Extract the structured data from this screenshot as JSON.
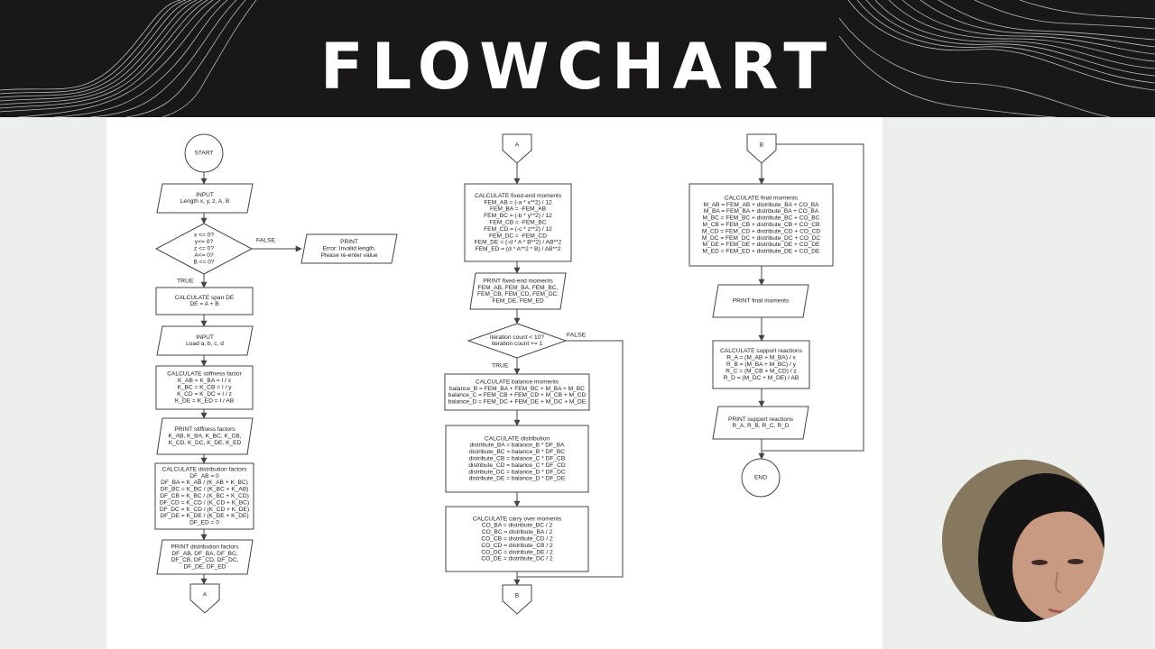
{
  "slide": {
    "title": "FLOWCHART"
  },
  "colors": {
    "header": "#1a1817",
    "board": "#ffffff",
    "background": "#ecefec",
    "stroke": "#444444",
    "text": "#222222"
  },
  "flowchart": {
    "nodes": [
      {
        "id": "start",
        "lines": [
          "START"
        ]
      },
      {
        "id": "input-lengths",
        "lines": [
          "INPUT",
          "Length x, y, z, A, B"
        ]
      },
      {
        "id": "validate",
        "lines": [
          "x <= 0?",
          "y<= 0?",
          "z <= 0?",
          "A<= 0?",
          "B <= 0?"
        ]
      },
      {
        "id": "print-error",
        "lines": [
          "PRINT",
          "Error: Invalid length.",
          "Please re-enter value"
        ]
      },
      {
        "id": "calc-span",
        "lines": [
          "CALCULATE span DE",
          "DE = A + B"
        ]
      },
      {
        "id": "input-loads",
        "lines": [
          "INPUT",
          "Load a, b, c, d"
        ]
      },
      {
        "id": "calc-stiffness",
        "lines": [
          "CALCULATE stiffness factor",
          "K_AB = K_BA = I / x",
          "K_BC = K_CB = I / y",
          "K_CD = K_DC = I / z",
          "K_DE = K_ED = I / AB"
        ]
      },
      {
        "id": "print-stiffness",
        "lines": [
          "PRINT stiffness factors",
          "K_AB, K_BA, K_BC, K_CB,",
          "K_CD, K_DC, K_DE, K_ED"
        ]
      },
      {
        "id": "calc-df",
        "lines": [
          "CALCULATE distribution factors",
          "DF_AB = 0",
          "DF_BA = K_AB / (K_AB + K_BC)",
          "DF_BC = K_BC / (K_BC + K_AB)",
          "DF_CB = K_BC / (K_BC + K_CD)",
          "DF_CD = K_CD / (K_CD + K_BC)",
          "DF_DC = K_CD / (K_CD + K_DE)",
          "DF_DE = K_DE / (K_DE + K_DE)",
          "DF_ED = 0"
        ]
      },
      {
        "id": "print-df",
        "lines": [
          "PRINT distribution factors",
          "DF_AB, DF_BA, DF_BC,",
          "DF_CB, DF_CD, DF_DC,",
          "DF_DE, DF_ED"
        ]
      },
      {
        "id": "off-a-out",
        "lines": [
          "A"
        ]
      },
      {
        "id": "off-a-in",
        "lines": [
          "A"
        ]
      },
      {
        "id": "calc-fem",
        "lines": [
          "CALCULATE fixed-end moments",
          "FEM_AB = (-a * x**2) / 12",
          "FEM_BA = -FEM_AB",
          "FEM_BC = (-b * y**2) / 12",
          "FEM_CB = -FEM_BC",
          "FEM_CD = (-c * z**2) / 12",
          "FEM_DC = -FEM_CD",
          "FEM_DE = (-d * A * B**2) / AB**2",
          "FEM_ED = (d * A**2 * B) / AB**2"
        ]
      },
      {
        "id": "print-fem",
        "lines": [
          "PRINT fixed-end moments",
          "FEM_AB, FEM_BA, FEM_BC,",
          "FEM_CB, FEM_CD, FEM_DC,",
          "FEM_DE, FEM_ED"
        ]
      },
      {
        "id": "iteration",
        "lines": [
          "iteration count < 10?",
          "iteration count += 1"
        ]
      },
      {
        "id": "calc-balance",
        "lines": [
          "CALCULATE balance moments",
          "balance_B = FEM_BA + FEM_BC + M_BA + M_BC",
          "balance_C = FEM_CB + FEM_CD + M_CB + M_CD",
          "balance_D = FEM_DC + FEM_DE + M_DC + M_DE"
        ]
      },
      {
        "id": "calc-distribution",
        "lines": [
          "CALCULATE distribution",
          "distribute_BA = balance_B * DF_BA",
          "distribute_BC = balance_B * DF_BC",
          "distribute_CB = balance_C * DF_CB",
          "distribute_CD = balance_C * DF_CD",
          "distribute_DC = balance_D * DF_DC",
          "distribute_DE = balance_D * DF_DE"
        ]
      },
      {
        "id": "calc-carry",
        "lines": [
          "CALCULATE carry over moments",
          "CO_BA = distribute_BC / 2",
          "CO_BC = distribute_BA / 2",
          "CO_CB = distribute_CD / 2",
          "CO_CD = distribute_CB / 2",
          "CO_DC = distribute_DE / 2",
          "CO_DE = distribute_DC / 2"
        ]
      },
      {
        "id": "off-b-out",
        "lines": [
          "B"
        ]
      },
      {
        "id": "off-b-in",
        "lines": [
          "B"
        ]
      },
      {
        "id": "calc-final",
        "lines": [
          "CALCULATE final moments",
          "M_AB = FEM_AB + distribute_BA + CO_BA",
          "M_BA = FEM_BA + distribute_BA + CO_BA",
          "M_BC = FEM_BC + distribute_BC + CO_BC",
          "M_CB = FEM_CB + distribute_CB + CO_CB",
          "M_CD = FEM_CD + distribute_CD + CO_CD",
          "M_DC = FEM_DC + distribute_DC + CO_DC",
          "M_DE = FEM_DE + distribute_DE + CO_DE",
          "M_ED = FEM_ED + distribute_DE + CO_DE"
        ]
      },
      {
        "id": "print-final",
        "lines": [
          "PRINT final moments"
        ]
      },
      {
        "id": "calc-reactions",
        "lines": [
          "CALCULATE support reactions",
          "R_A = (M_AB + M_BA) / x",
          "R_B = (M_BA + M_BC) / y",
          "R_C = (M_CB + M_CD) / z",
          "R_D = (M_DC + M_DE) / AB"
        ]
      },
      {
        "id": "print-reactions",
        "lines": [
          "PRINT support reactions",
          "R_A, R_B, R_C, R_D"
        ]
      },
      {
        "id": "end",
        "lines": [
          "END"
        ]
      }
    ],
    "edge_labels": [
      {
        "id": "validate-false",
        "text": "FALSE"
      },
      {
        "id": "validate-true",
        "text": "TRUE"
      },
      {
        "id": "iteration-false",
        "text": "FALSE"
      },
      {
        "id": "iteration-true",
        "text": "TRUE"
      }
    ]
  }
}
